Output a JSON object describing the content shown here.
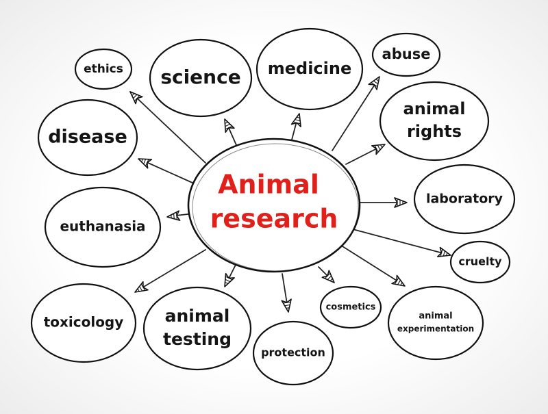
{
  "center": {
    "line1": "Animal",
    "line2": "research",
    "color": "#e0201a"
  },
  "topics": {
    "ethics": "ethics",
    "science": "science",
    "medicine": "medicine",
    "abuse": "abuse",
    "animal_rights_1": "animal",
    "animal_rights_2": "rights",
    "disease": "disease",
    "laboratory": "laboratory",
    "euthanasia": "euthanasia",
    "cruelty": "cruelty",
    "toxicology": "toxicology",
    "animal_testing_1": "animal",
    "animal_testing_2": "testing",
    "protection": "protection",
    "cosmetics": "cosmetics",
    "animal_experimentation_1": "animal",
    "animal_experimentation_2": "experimentation"
  }
}
